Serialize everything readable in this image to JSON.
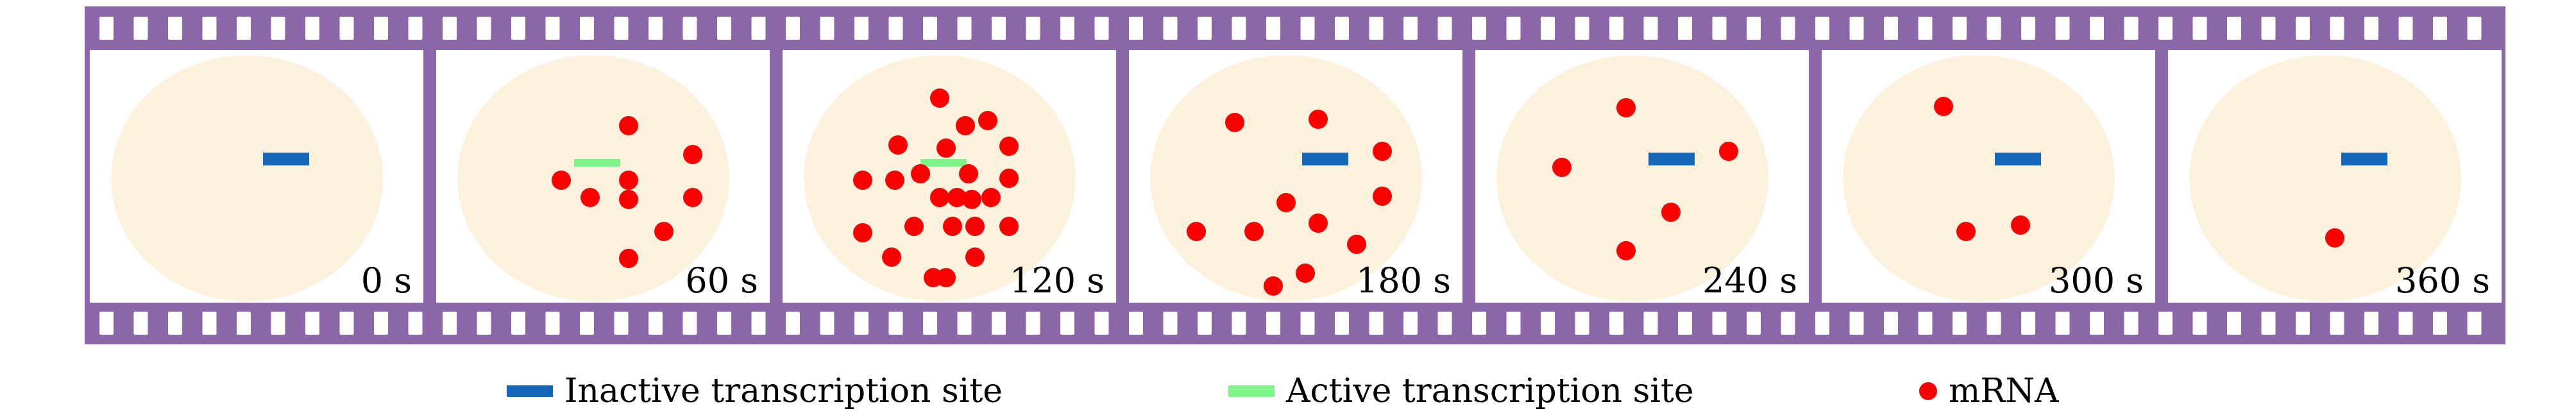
{
  "colors": {
    "film": "#8b66a8",
    "frame_bg": "#ffffff",
    "nucleus": "#fcf1dd",
    "inactive_site": "#1366b8",
    "active_site": "#7ff28a",
    "mrna": "#fa0000"
  },
  "frames": [
    {
      "time_label": "0 s",
      "site": "inactive",
      "mrna_count": 0
    },
    {
      "time_label": "60 s",
      "site": "active",
      "mrna_count": 9
    },
    {
      "time_label": "120 s",
      "site": "active",
      "mrna_count": 24
    },
    {
      "time_label": "180 s",
      "site": "inactive",
      "mrna_count": 11
    },
    {
      "time_label": "240 s",
      "site": "inactive",
      "mrna_count": 5
    },
    {
      "time_label": "300 s",
      "site": "inactive",
      "mrna_count": 3
    },
    {
      "time_label": "360 s",
      "site": "inactive",
      "mrna_count": 1
    }
  ],
  "legend": {
    "inactive": "Inactive transcription site",
    "active": "Active transcription site",
    "mrna": "mRNA"
  }
}
